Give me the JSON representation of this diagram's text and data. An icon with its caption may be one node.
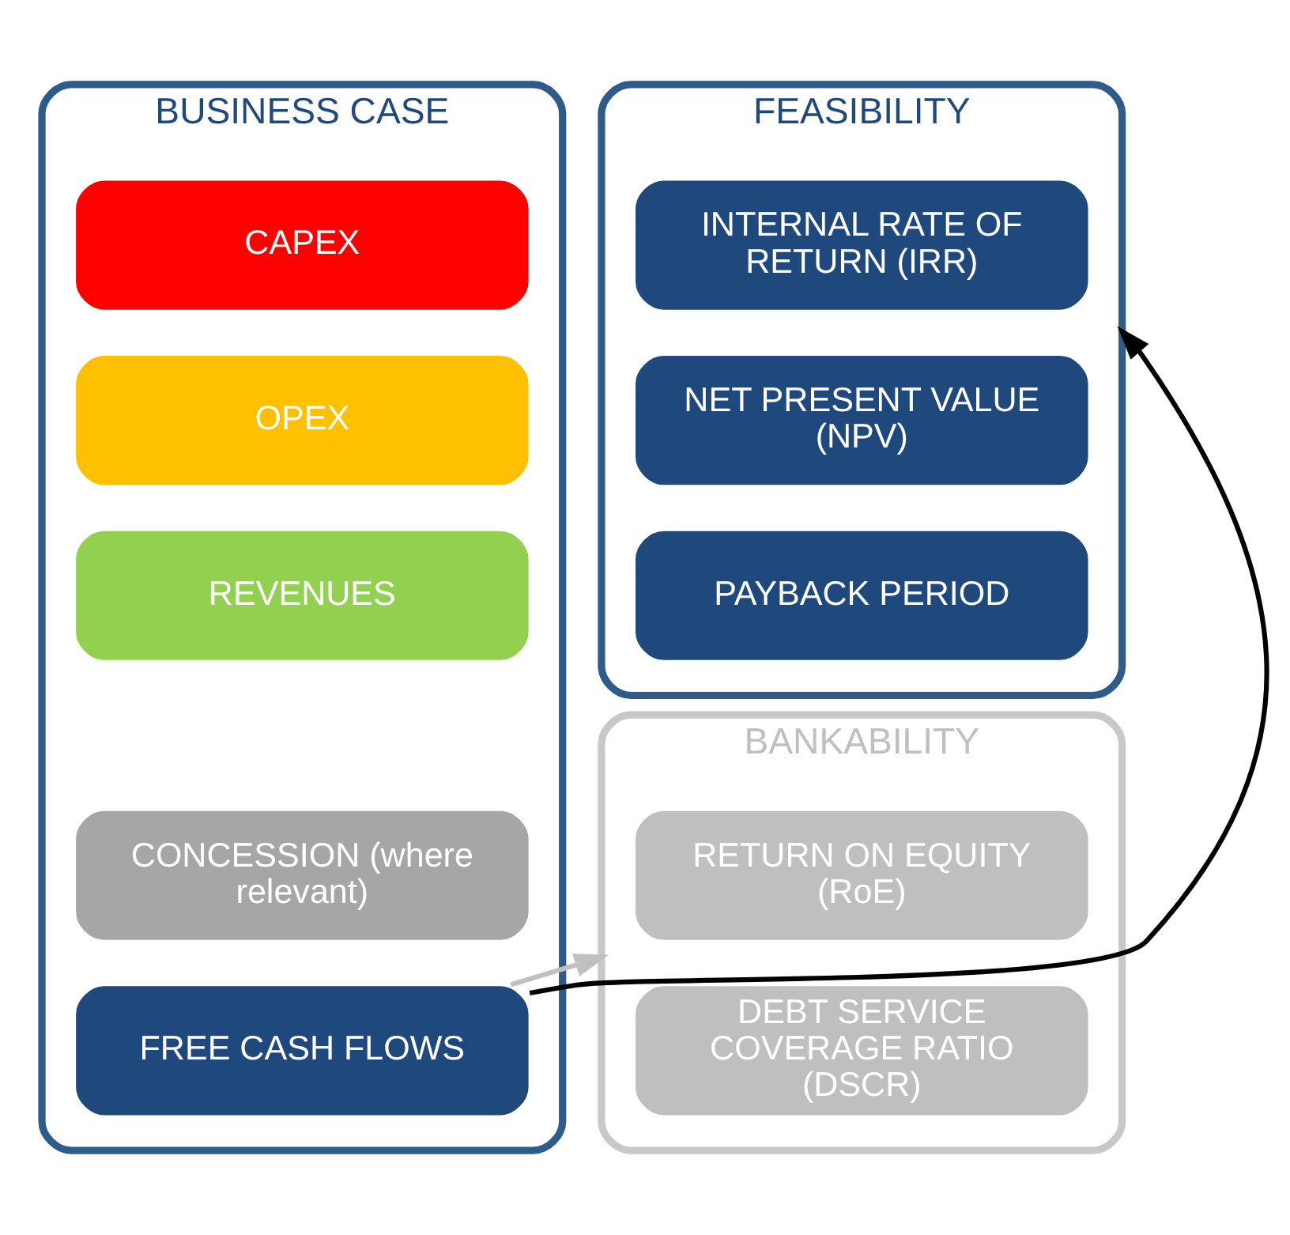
{
  "diagram": {
    "nodes": [
      {
        "text": [
          "BUSINESS CASE"
        ]
      },
      {
        "text": [
          "CAPEX"
        ],
        "in": 0
      },
      {
        "text": [
          "OPEX"
        ],
        "in": 0
      },
      {
        "text": [
          "REVENUES"
        ],
        "in": 0
      },
      {
        "text": [
          "CONCESSION (where relevant)"
        ],
        "in": 0
      },
      {
        "text": [
          "FREE CASH FLOWS"
        ],
        "in": 0
      },
      {
        "text": [
          "FEASIBILITY"
        ]
      },
      {
        "text": [
          "INTERNAL RATE OF RETURN (IRR)"
        ],
        "in": 6
      },
      {
        "text": [
          "NET PRESENT VALUE (NPV)"
        ],
        "in": 6
      },
      {
        "text": [
          "PAYBACK PERIOD"
        ],
        "in": 6
      },
      {
        "text": [
          "BANKABILITY"
        ]
      },
      {
        "text": [
          "RETURN ON EQUITY (RoE)"
        ],
        "in": 10
      },
      {
        "text": [
          "DEBT SERVICE COVERAGE RATIO (DSCR)"
        ],
        "in": 10
      }
    ],
    "edges": [
      {
        "from": 5,
        "to": 6,
        "arrow": "to"
      },
      {
        "from": 5,
        "to": 10,
        "arrow": "to",
        "color": "#c0c0c0"
      }
    ]
  }
}
